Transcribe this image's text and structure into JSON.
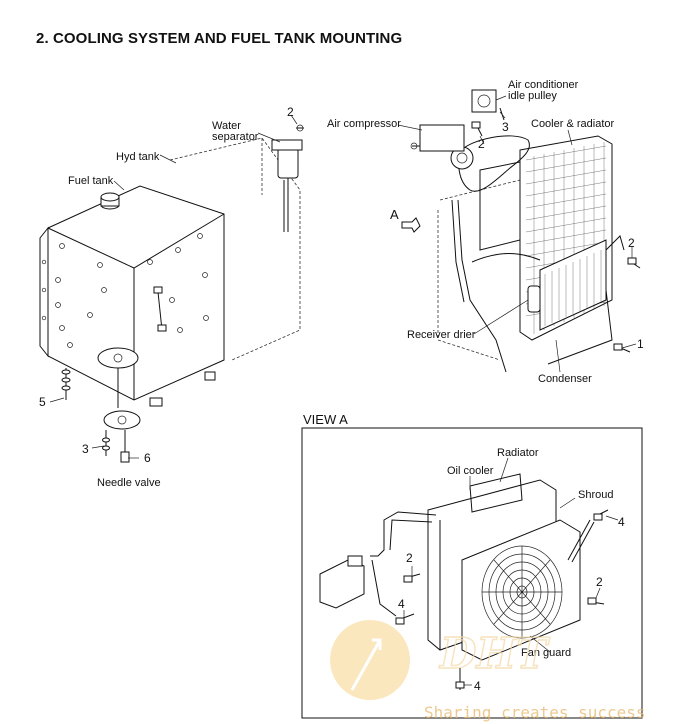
{
  "title": "2. COOLING SYSTEM AND FUEL TANK MOUNTING",
  "labels": {
    "water_separator_l1": "Water",
    "water_separator_l2": "separator",
    "hyd_tank": "Hyd tank",
    "fuel_tank": "Fuel tank",
    "needle_valve": "Needle valve",
    "air_compressor": "Air compressor",
    "ac_idle_pulley_l1": "Air conditioner",
    "ac_idle_pulley_l2": "idle pulley",
    "cooler_radiator": "Cooler & radiator",
    "view_arrow": "A",
    "receiver_drier": "Receiver drier",
    "condenser": "Condenser",
    "view_a": "VIEW   A",
    "radiator": "Radiator",
    "oil_cooler": "Oil cooler",
    "shroud": "Shroud",
    "fan_guard": "Fan guard"
  },
  "callouts": {
    "ws_bolt": "2",
    "tank_bolt": "5",
    "tank_bolt_3": "3",
    "needle_6": "6",
    "ac_bolt_3": "3",
    "comp_bolt_2": "2",
    "cond_bolt_2": "2",
    "cond_bolt_1": "1",
    "va_bolt_4a": "4",
    "va_bolt_2a": "2",
    "va_bolt_2b": "2",
    "va_bolt_4b": "4",
    "va_bolt_4c": "4"
  },
  "watermark": {
    "logo": "DHT",
    "tagline": "Sharing creates success"
  }
}
